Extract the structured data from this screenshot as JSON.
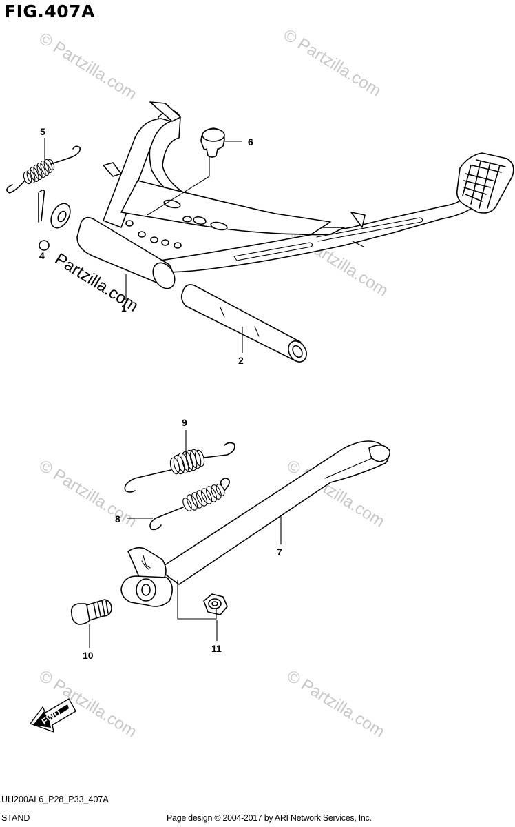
{
  "header": {
    "figure_title": "FIG.407A"
  },
  "callouts": {
    "part_1": "1",
    "part_2": "2",
    "part_4": "4",
    "part_5": "5",
    "part_6": "6",
    "part_7": "7",
    "part_8": "8",
    "part_9": "9",
    "part_10": "10",
    "part_11": "11"
  },
  "fwd_arrow": {
    "label": "FWD"
  },
  "watermark": {
    "text": "© Partzilla.com",
    "overlay_text": "Partzilla.com"
  },
  "footer": {
    "drawing_code": "UH200AL6_P28_P33_407A",
    "section_name": "STAND",
    "copyright": "Page design © 2004-2017 by ARI Network Services, Inc."
  }
}
